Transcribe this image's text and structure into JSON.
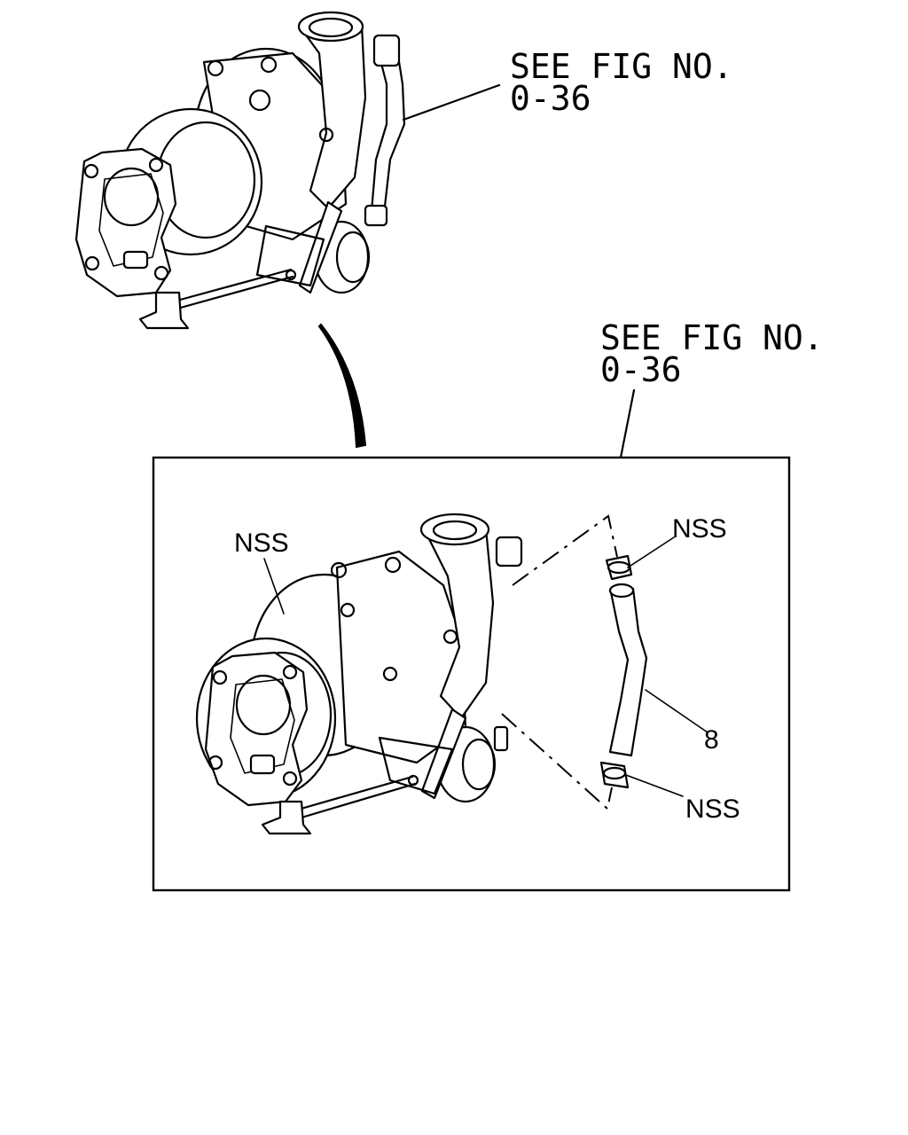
{
  "diagram": {
    "top_callout": {
      "line1": "SEE FIG NO.",
      "line2": "0-36"
    },
    "detail_callout": {
      "line1": "SEE FIG NO.",
      "line2": "0-36"
    },
    "parts": [
      {
        "id": "turbocharger",
        "label": "NSS"
      },
      {
        "id": "clamp-upper",
        "label": "NSS"
      },
      {
        "id": "hose",
        "label": "8"
      },
      {
        "id": "clamp-lower",
        "label": "NSS"
      }
    ]
  }
}
